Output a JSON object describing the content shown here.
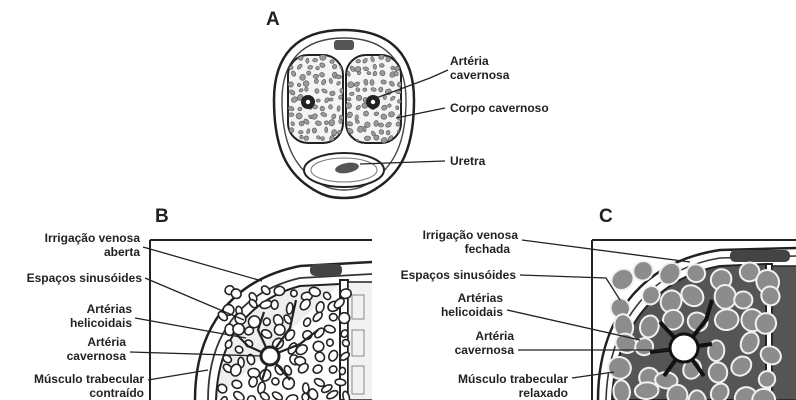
{
  "panel_a": {
    "letter": "A",
    "labels": {
      "arteria_line1": "Artéria",
      "arteria_line2": "cavernosa",
      "corpo": "Corpo cavernoso",
      "uretra": "Uretra"
    }
  },
  "panel_b": {
    "letter": "B",
    "labels": {
      "irrigacao_line1": "Irrigação venosa",
      "irrigacao_line2": "aberta",
      "espacos": "Espaços sinusóides",
      "helicoidais_line1": "Artérias",
      "helicoidais_line2": "helicoidais",
      "arteria_line1": "Artéria",
      "arteria_line2": "cavernosa",
      "musculo_line1": "Músculo trabecular",
      "musculo_line2": "contraído"
    }
  },
  "panel_c": {
    "letter": "C",
    "labels": {
      "irrigacao_line1": "Irrigação venosa",
      "irrigacao_line2": "fechada",
      "espacos": "Espaços sinusóides",
      "helicoidais_line1": "Artérias",
      "helicoidais_line2": "helicoidais",
      "arteria_line1": "Artéria",
      "arteria_line2": "cavernosa",
      "musculo_line1": "Músculo trabecular",
      "musculo_line2": "relaxado"
    }
  }
}
